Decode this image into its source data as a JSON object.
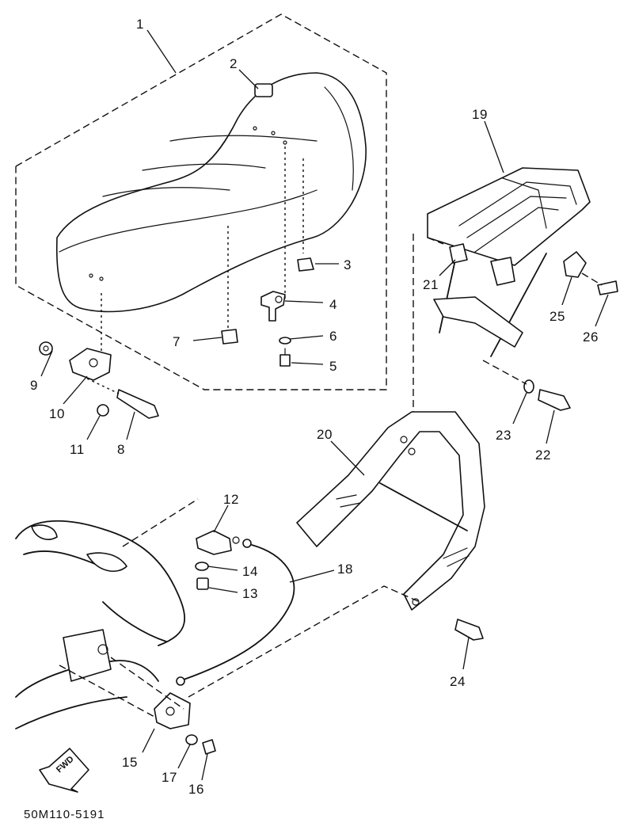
{
  "diagram": {
    "drawing_code": "50M110-5191",
    "fwd_label": "FWD",
    "callouts": [
      "1",
      "2",
      "3",
      "4",
      "5",
      "6",
      "7",
      "8",
      "9",
      "10",
      "11",
      "12",
      "13",
      "14",
      "15",
      "16",
      "17",
      "18",
      "19",
      "20",
      "21",
      "22",
      "23",
      "24",
      "25",
      "26"
    ]
  }
}
